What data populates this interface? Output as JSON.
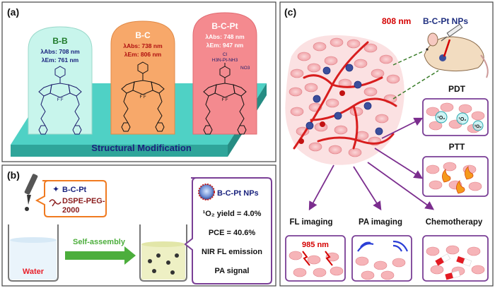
{
  "panel_a": {
    "label": "(a)",
    "platform_label": "Structural Modification",
    "molecules": [
      {
        "name": "B-B",
        "abs_label": "λAbs: 708 nm",
        "em_label": "λEm: 761 nm",
        "color": "#c8f5ec",
        "name_color": "#1f7a2a"
      },
      {
        "name": "B-C",
        "abs_label": "λAbs: 738 nm",
        "em_label": "λEm: 806 nm",
        "color": "#f7a86a",
        "name_color": "#ffffff"
      },
      {
        "name": "B-C-Pt",
        "abs_label": "λAbs: 748 nm",
        "em_label": "λEm: 947 nm",
        "color": "#f48a8f",
        "name_color": "#ffffff"
      }
    ],
    "pt_group": {
      "cl": "Cl",
      "amine": "H3N-Pt-NH3",
      "nitrate": "NO3"
    }
  },
  "panel_b": {
    "label": "(b)",
    "legend_bcpt": "B-C-Pt",
    "legend_peg_line1": "DSPE-PEG-",
    "legend_peg_line2": "2000",
    "water_label": "Water",
    "process_label": "Self-assembly",
    "nps_title": "B-C-Pt NPs",
    "properties": [
      "¹O₂ yield = 4.0%",
      "PCE = 40.6%",
      "NIR FL emission",
      "PA signal"
    ]
  },
  "panel_c": {
    "label": "(c)",
    "laser_label": "808 nm",
    "nps_label": "B-C-Pt NPs",
    "pdt_label": "PDT",
    "ptt_label": "PTT",
    "o2_symbol": "¹O₂",
    "fl_label": "FL imaging",
    "pa_label": "PA imaging",
    "chemo_label": "Chemotherapy",
    "emission_label": "985 nm"
  },
  "colors": {
    "panel_a_bg": "#ffffff",
    "platform": "#4fd1c5",
    "box_border": "#7a3f96",
    "arrow_purple": "#7b2d8e",
    "laser_red": "#d40000",
    "nps_blue": "#1f2f80",
    "water_red": "#e8202a",
    "process_green": "#4cae3c",
    "cell_pink": "#f6b4b8",
    "vessel_red": "#d81e1e"
  }
}
